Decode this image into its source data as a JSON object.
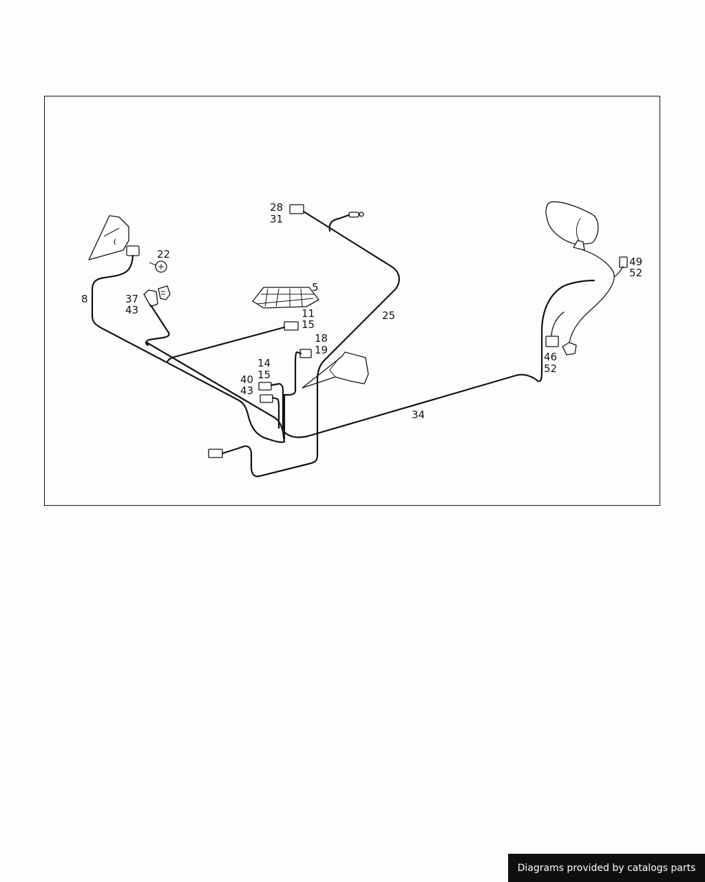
{
  "diagram": {
    "callouts": {
      "c8": "8",
      "c22": "22",
      "c37": "37",
      "c43a": "43",
      "c5": "5",
      "c11": "11",
      "c15a": "15",
      "c28": "28",
      "c31": "31",
      "c25": "25",
      "c18": "18",
      "c19": "19",
      "c14": "14",
      "c15b": "15",
      "c40": "40",
      "c43b": "43",
      "c34": "34",
      "c49": "49",
      "c52a": "52",
      "c46": "46",
      "c52b": "52"
    }
  },
  "footer": {
    "text": "Diagrams provided by catalogs parts"
  }
}
